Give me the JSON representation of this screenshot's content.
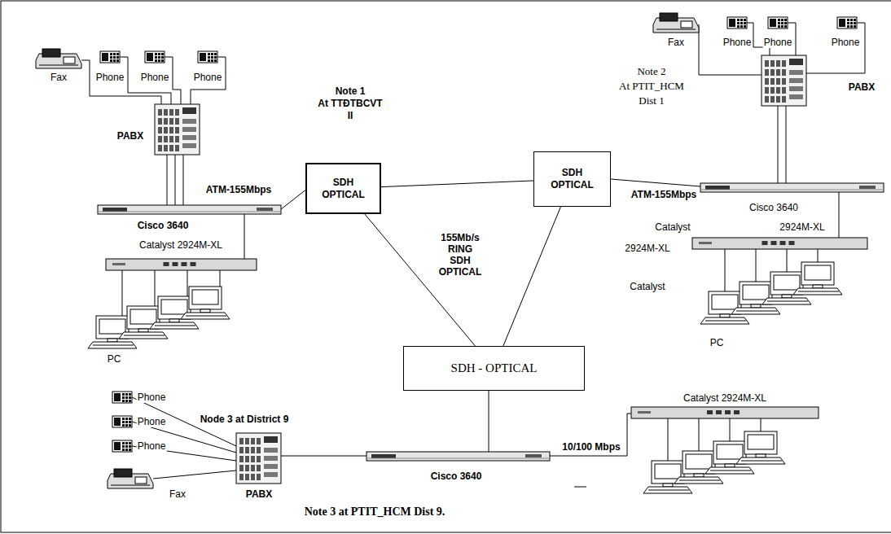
{
  "diagram": {
    "nodes": [
      {
        "text": [
          "SDH OPTICAL"
        ]
      },
      {
        "text": [
          "SDH OPTICAL"
        ]
      },
      {
        "text": [
          "SDH - OPTICAL"
        ]
      }
    ],
    "edges": [
      {
        "from": 0,
        "to": 1,
        "arrow": "none"
      },
      {
        "from": 0,
        "to": 2,
        "arrow": "none"
      },
      {
        "from": 1,
        "to": 2,
        "arrow": "none"
      }
    ],
    "labels": [
      "Fax",
      "Phone",
      "Phone",
      "Phone",
      "Note 1",
      "At TTĐTBCVT",
      "II",
      "PABX",
      "ATM-155Mbps",
      "Cisco 3640",
      "Catalyst 2924M-XL",
      "PC",
      "Fax",
      "Phone",
      "Phone",
      "Phone",
      "Note 2",
      "At PTIT_HCM",
      "Dist 1",
      "PABX",
      "ATM-155Mbps",
      "Cisco 3640",
      "Catalyst",
      "2924M-XL",
      "2924M-XL",
      "Catalyst",
      "PC",
      "155Mb/s RING SDH OPTICAL",
      "Node 3 at District 9",
      "Phone",
      "Phone",
      "Phone",
      "Fax",
      "PABX",
      "Cisco 3640",
      "10/100 Mbps",
      "Catalyst 2924M-XL",
      "Note 3 at PTIT_HCM Dist 9."
    ]
  }
}
